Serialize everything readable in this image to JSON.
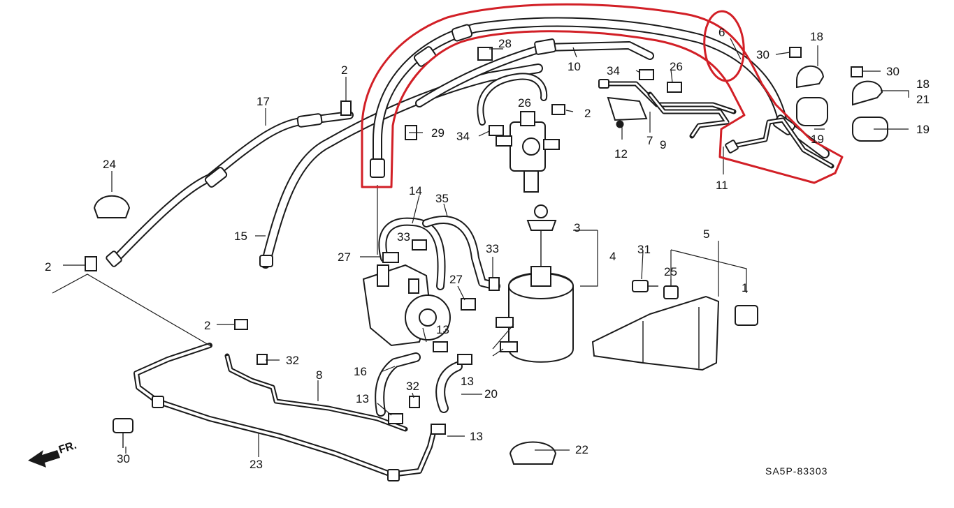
{
  "diagram": {
    "figure_code": "SA5P-83303",
    "direction_label": "FR.",
    "highlight_color": "#d21f26",
    "callouts": {
      "c1": "1",
      "c2a": "2",
      "c2b": "2",
      "c2c": "2",
      "c2d": "2",
      "c3": "3",
      "c4": "4",
      "c5": "5",
      "c6": "6",
      "c7": "7",
      "c8": "8",
      "c9": "9",
      "c10": "10",
      "c11": "11",
      "c12": "12",
      "c13a": "13",
      "c13b": "13",
      "c13c": "13",
      "c13d": "13",
      "c14": "14",
      "c15": "15",
      "c16": "16",
      "c17": "17",
      "c18a": "18",
      "c18b": "18",
      "c19a": "19",
      "c19b": "19",
      "c20": "20",
      "c21": "21",
      "c22": "22",
      "c23": "23",
      "c24": "24",
      "c25": "25",
      "c26a": "26",
      "c26b": "26",
      "c27a": "27",
      "c27b": "27",
      "c28": "28",
      "c29": "29",
      "c30a": "30",
      "c30b": "30",
      "c30c": "30",
      "c31": "31",
      "c32a": "32",
      "c32b": "32",
      "c33a": "33",
      "c33b": "33",
      "c34a": "34",
      "c34b": "34",
      "c35": "35"
    }
  }
}
